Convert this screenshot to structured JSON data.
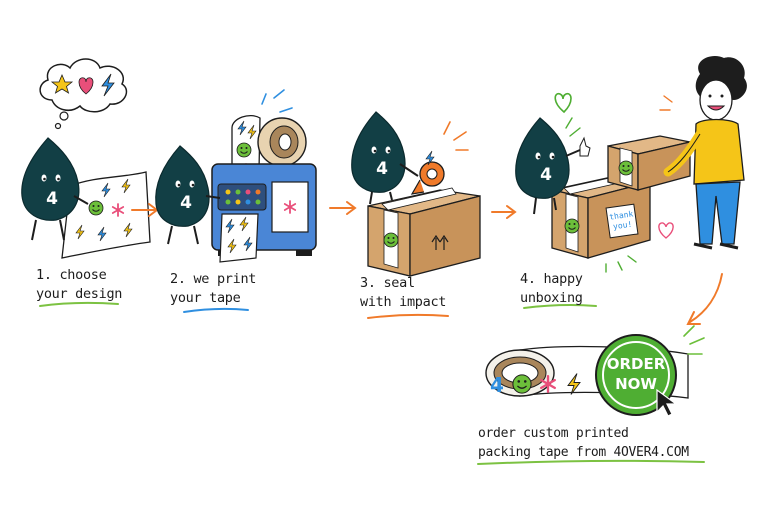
{
  "steps": [
    {
      "line1": "1. choose",
      "line2": "your design",
      "underline_color": "#7cc242"
    },
    {
      "line1": "2. we print",
      "line2": "your tape",
      "underline_color": "#2f8fe0"
    },
    {
      "line1": "3. seal",
      "line2": "with impact",
      "underline_color": "#f07a2a"
    },
    {
      "line1": "4. happy",
      "line2": "unboxing",
      "underline_color": "#7cc242"
    }
  ],
  "mascot_label": "4",
  "thank_you_label": {
    "line1": "thank",
    "line2": "you!"
  },
  "order_button": {
    "line1": "ORDER",
    "line2": "NOW",
    "color": "#4fae33"
  },
  "cta": {
    "line1": "order custom printed",
    "line2": "packing tape from 4OVER4.COM"
  },
  "colors": {
    "mascot": "#123f45",
    "arrow": "#f07a2a",
    "machine": "#4a86d6",
    "box": "#d4a46d",
    "green": "#6cbf3a",
    "blue": "#2f8fe0",
    "pink": "#e94f7a",
    "yellow": "#f5c518",
    "orange": "#f07a2a"
  },
  "icons": [
    "thought-bubble-icon",
    "star-icon",
    "heart-icon",
    "lightning-icon",
    "smiley-icon",
    "asterisk-icon",
    "cursor-arrow-icon",
    "thumbs-up-icon",
    "hearts-icon"
  ]
}
